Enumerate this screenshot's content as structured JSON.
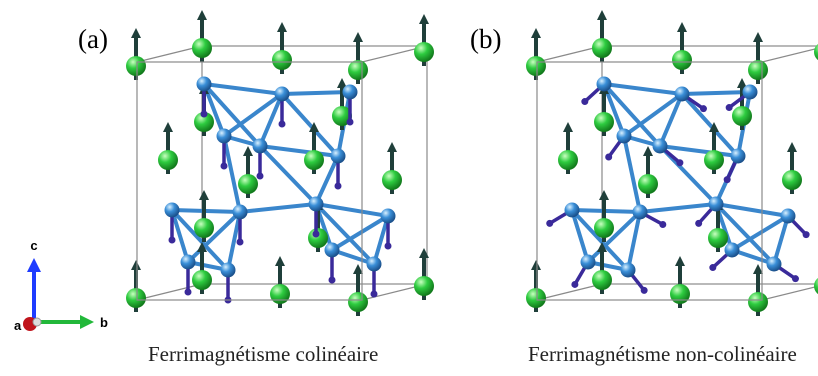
{
  "panels": [
    {
      "id": "a",
      "label": "(a)",
      "caption": "Ferrimagnétisme colinéaire",
      "spin_arrangement": "collinear"
    },
    {
      "id": "b",
      "label": "(b)",
      "caption": "Ferrimagnétisme non-colinéaire",
      "spin_arrangement": "non-collinear"
    }
  ],
  "axes": {
    "c": "c",
    "a": "a",
    "b": "b"
  },
  "colors": {
    "green_atom": "#2ecc40",
    "blue_atom": "#3a8fd8",
    "blue_bond": "#3a86cc",
    "dark_arrow": "#1f3f3a",
    "purple_arrow": "#3a2a9a",
    "axis_c": "#1e3cff",
    "axis_b": "#22b83a",
    "axis_a": "#c0141c"
  }
}
